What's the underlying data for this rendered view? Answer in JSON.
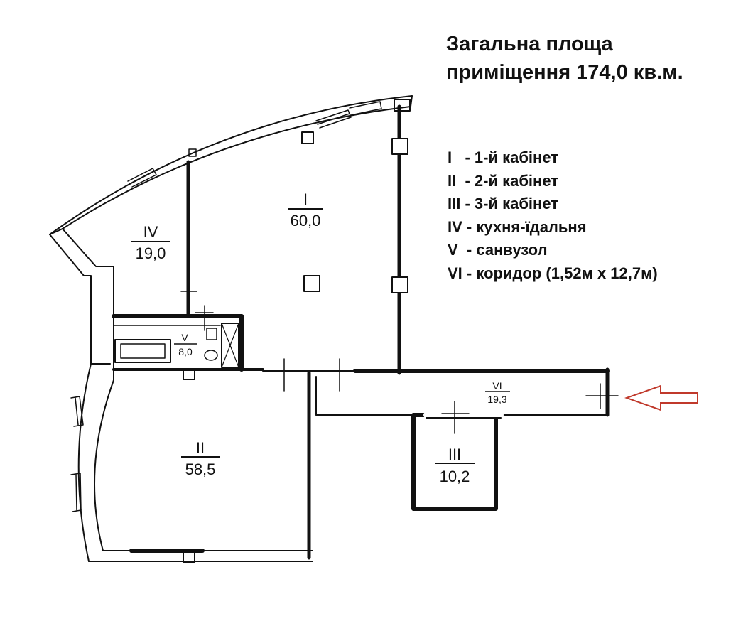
{
  "title": {
    "line1": "Загальна площа",
    "line2": "приміщення 174,0 кв.м."
  },
  "legend": [
    {
      "code": "I   ",
      "text": "- 1-й кабінет"
    },
    {
      "code": "II  ",
      "text": "- 2-й кабінет"
    },
    {
      "code": "III ",
      "text": "- 3-й кабінет"
    },
    {
      "code": "IV ",
      "text": "- кухня-їдальня"
    },
    {
      "code": "V  ",
      "text": "- санвузол"
    },
    {
      "code": "VI ",
      "text": "- коридор (1,52м х 12,7м)"
    }
  ],
  "rooms": [
    {
      "id": "room-1",
      "numeral": "I",
      "area": "60,0"
    },
    {
      "id": "room-2",
      "numeral": "II",
      "area": "58,5"
    },
    {
      "id": "room-3",
      "numeral": "III",
      "area": "10,2"
    },
    {
      "id": "room-4",
      "numeral": "IV",
      "area": "19,0"
    },
    {
      "id": "room-5",
      "numeral": "V",
      "area": "8,0"
    },
    {
      "id": "room-6",
      "numeral": "VI",
      "area": "19,3"
    }
  ],
  "colors": {
    "wall": "#111111",
    "entrance_arrow": "#c0392b"
  },
  "icons": {
    "entrance": "arrow-left-outline-icon"
  }
}
